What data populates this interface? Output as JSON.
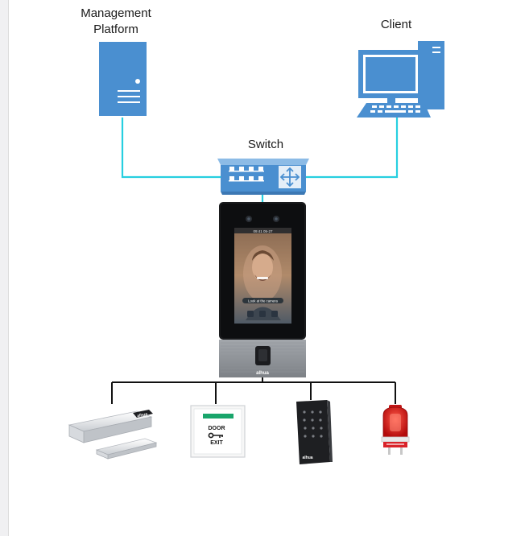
{
  "diagram": {
    "labels": {
      "management_line1": "Management",
      "management_line2": "Platform",
      "client": "Client",
      "switch": "Switch"
    },
    "device": {
      "screen_prompt": "Look at the camera",
      "brand_mark": "alhua",
      "status_time": "09:41 05-27"
    },
    "peripherals": {
      "exit_button_line1": "DOOR",
      "exit_button_line2": "EXIT",
      "lock_brand": "alhua",
      "reader_brand": "alhua"
    },
    "colors": {
      "network_line": "#27cfe0",
      "device_blue": "#4a8fd0",
      "device_blue_dark": "#3c78b4",
      "wire": "#111111"
    }
  }
}
